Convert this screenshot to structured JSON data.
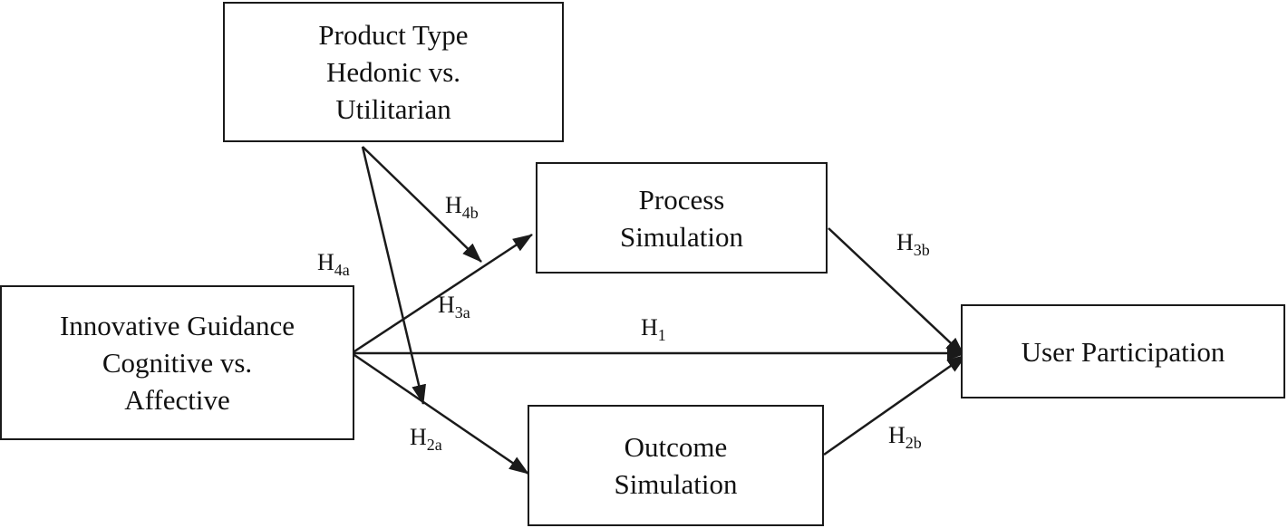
{
  "boxes": {
    "product_type": {
      "line1": "Product Type",
      "line2": "Hedonic vs.",
      "line3": "Utilitarian"
    },
    "innovative_guidance": {
      "line1": "Innovative Guidance",
      "line2": "Cognitive vs.",
      "line3": "Affective"
    },
    "process_simulation": {
      "line1": "Process",
      "line2": "Simulation"
    },
    "outcome_simulation": {
      "line1": "Outcome",
      "line2": "Simulation"
    },
    "user_participation": {
      "line1": "User Participation"
    }
  },
  "hypotheses": {
    "h1": {
      "main": "H",
      "sub": "1"
    },
    "h2a": {
      "main": "H",
      "sub": "2a"
    },
    "h2b": {
      "main": "H",
      "sub": "2b"
    },
    "h3a": {
      "main": "H",
      "sub": "3a"
    },
    "h3b": {
      "main": "H",
      "sub": "3b"
    },
    "h4a": {
      "main": "H",
      "sub": "4a"
    },
    "h4b": {
      "main": "H",
      "sub": "4b"
    }
  },
  "colors": {
    "line": "#1a1a1a",
    "background": "#ffffff"
  }
}
